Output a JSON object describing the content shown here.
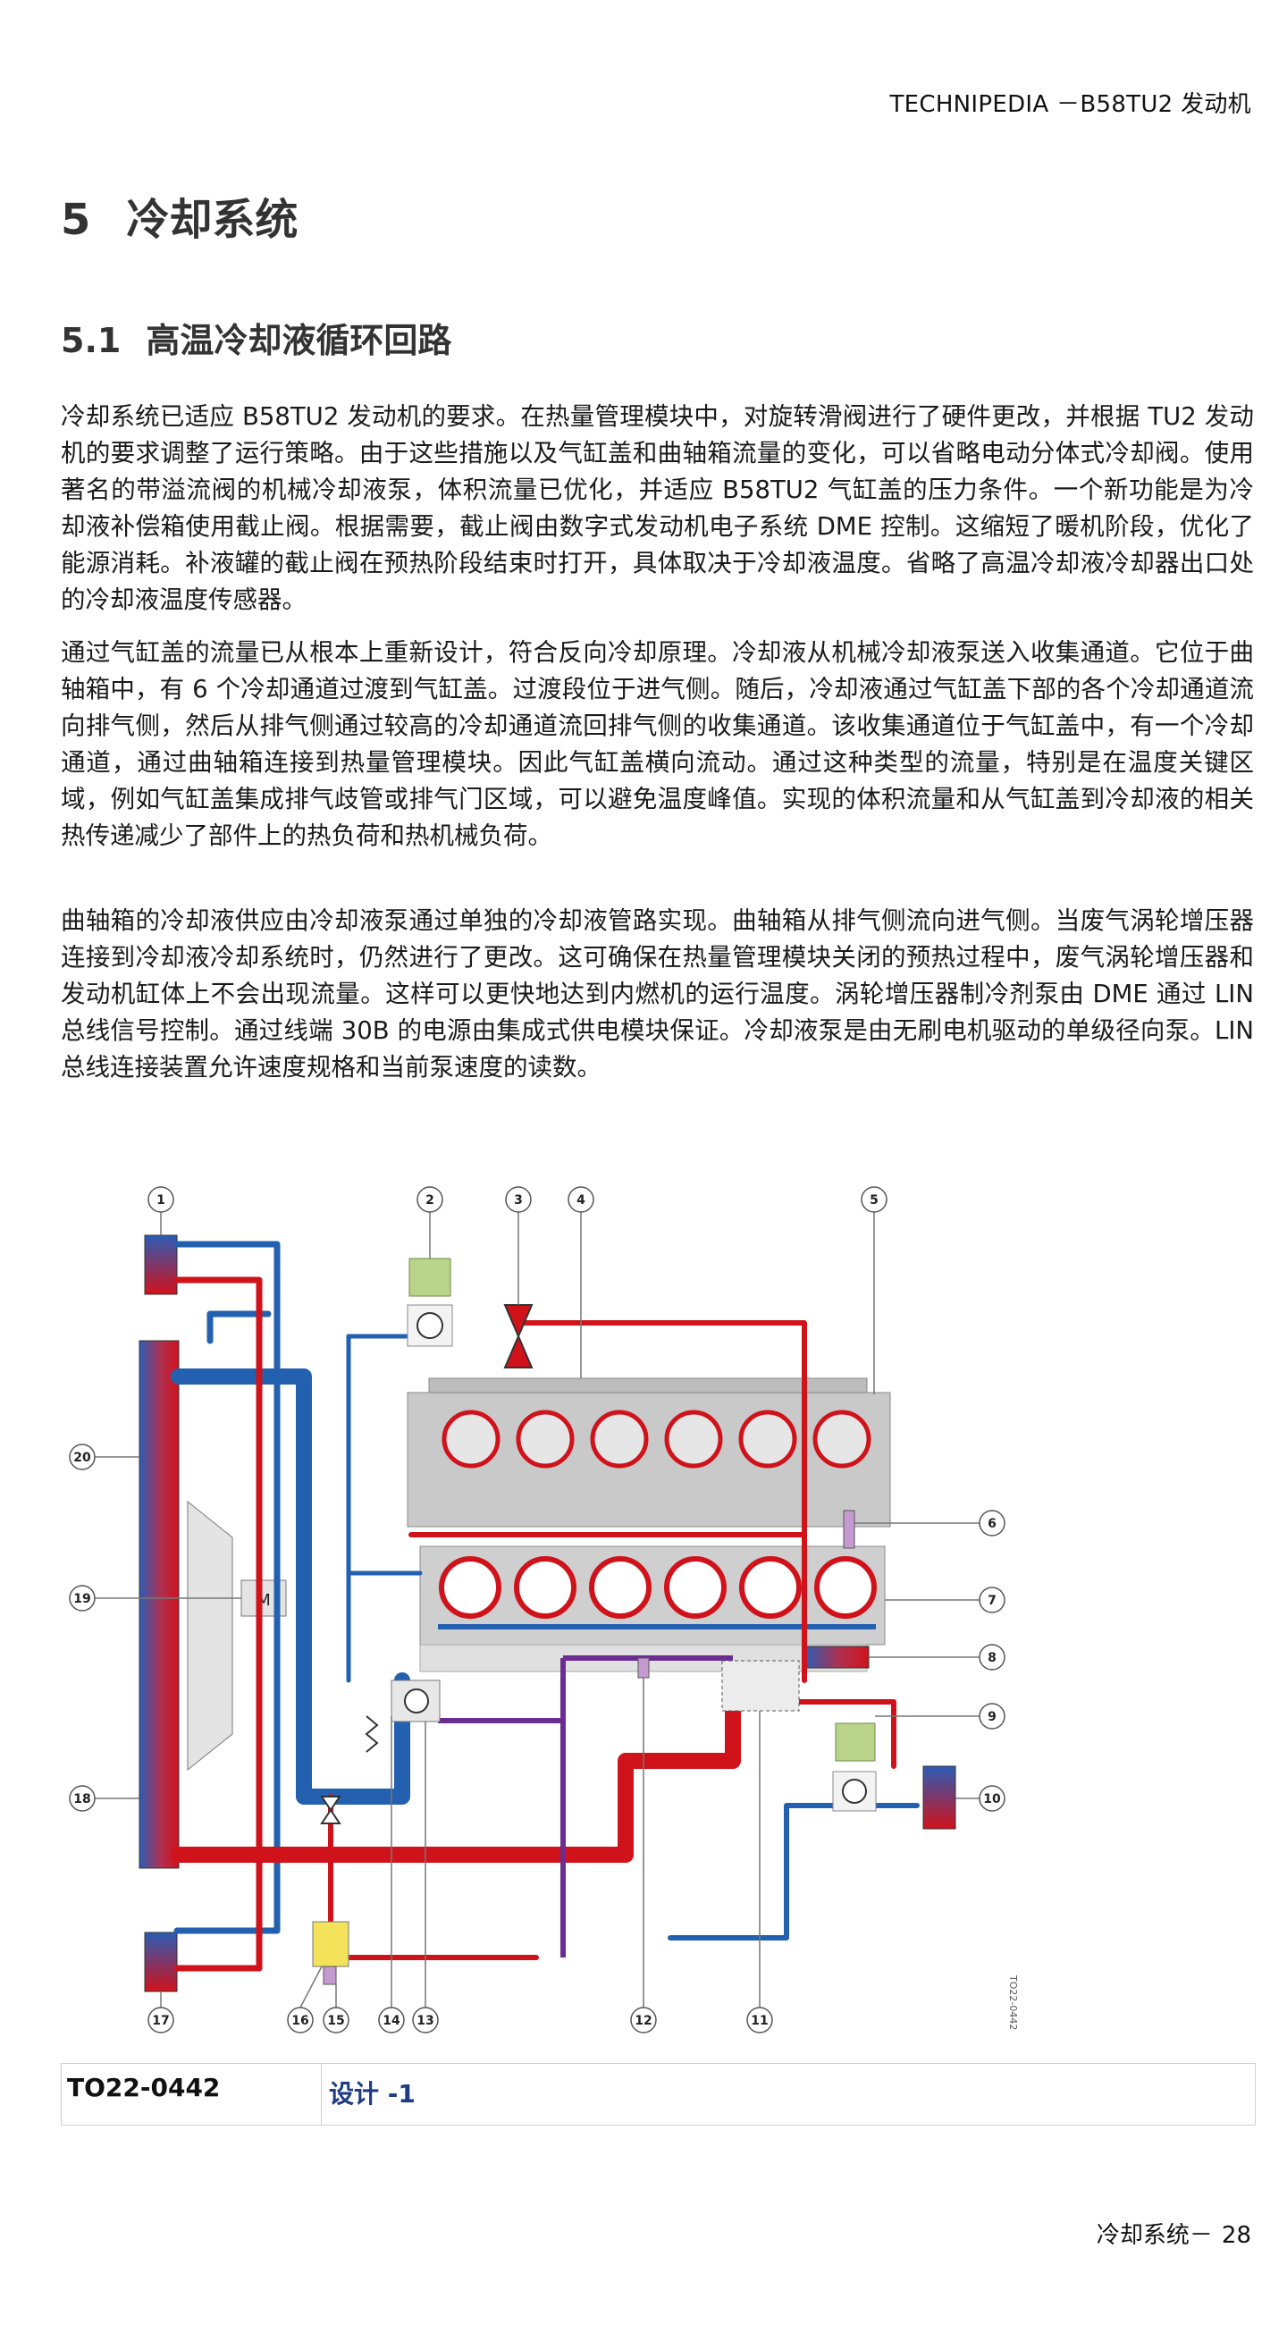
{
  "header": {
    "text": "TECHNIPEDIA －B58TU2 发动机"
  },
  "chapter": {
    "number": "5",
    "title": "冷却系统"
  },
  "section": {
    "number": "5.1",
    "title": "高温冷却液循环回路"
  },
  "paragraphs": [
    "冷却系统已适应 B58TU2 发动机的要求。在热量管理模块中，对旋转滑阀进行了硬件更改，并根据 TU2 发动机的要求调整了运行策略。由于这些措施以及气缸盖和曲轴箱流量的变化，可以省略电动分体式冷却阀。使用著名的带溢流阀的机械冷却液泵，体积流量已优化，并适应 B58TU2 气缸盖的压力条件。一个新功能是为冷却液补偿箱使用截止阀。根据需要，截止阀由数字式发动机电子系统 DME 控制。这缩短了暖机阶段，优化了能源消耗。补液罐的截止阀在预热阶段结束时打开，具体取决于冷却液温度。省略了高温冷却液冷却器出口处的冷却液温度传感器。",
    "通过气缸盖的流量已从根本上重新设计，符合反向冷却原理。冷却液从机械冷却液泵送入收集通道。它位于曲轴箱中，有 6 个冷却通道过渡到气缸盖。过渡段位于进气侧。随后，冷却液通过气缸盖下部的各个冷却通道流向排气侧，然后从排气侧通过较高的冷却通道流回排气侧的收集通道。该收集通道位于气缸盖中，有一个冷却通道，通过曲轴箱连接到热量管理模块。因此气缸盖横向流动。通过这种类型的流量，特别是在温度关键区域，例如气缸盖集成排气歧管或排气门区域，可以避免温度峰值。实现的体积流量和从气缸盖到冷却液的相关热传递减少了部件上的热负荷和热机械负荷。",
    "曲轴箱的冷却液供应由冷却液泵通过单独的冷却液管路实现。曲轴箱从排气侧流向进气侧。当废气涡轮增压器连接到冷却液冷却系统时，仍然进行了更改。这可确保在热量管理模块关闭的预热过程中，废气涡轮增压器和发动机缸体上不会出现流量。这样可以更快地达到内燃机的运行温度。涡轮增压器制冷剂泵由 DME 通过 LIN 总线信号控制。通过线端 30B 的电源由集成式供电模块保证。冷却液泵是由无刷电机驱动的单级径向泵。LIN 总线连接装置允许速度规格和当前泵速度的读数。"
  ],
  "figure": {
    "callouts": [
      "1",
      "2",
      "3",
      "4",
      "5",
      "6",
      "7",
      "8",
      "9",
      "10",
      "11",
      "12",
      "13",
      "14",
      "15",
      "16",
      "17",
      "18",
      "19",
      "20"
    ],
    "motor_label": "M",
    "code_vertical": "TO22-0442",
    "colors": {
      "hot": "#d0121b",
      "cold": "#2360b0",
      "purple": "#6b2d8f",
      "engine": "#c8c8c8",
      "green": "#b9d48a",
      "yellow": "#f3e25a"
    }
  },
  "caption": {
    "id": "TO22-0442",
    "title": "设计 -1"
  },
  "footer": {
    "section": "冷却系统－",
    "page": "28"
  }
}
